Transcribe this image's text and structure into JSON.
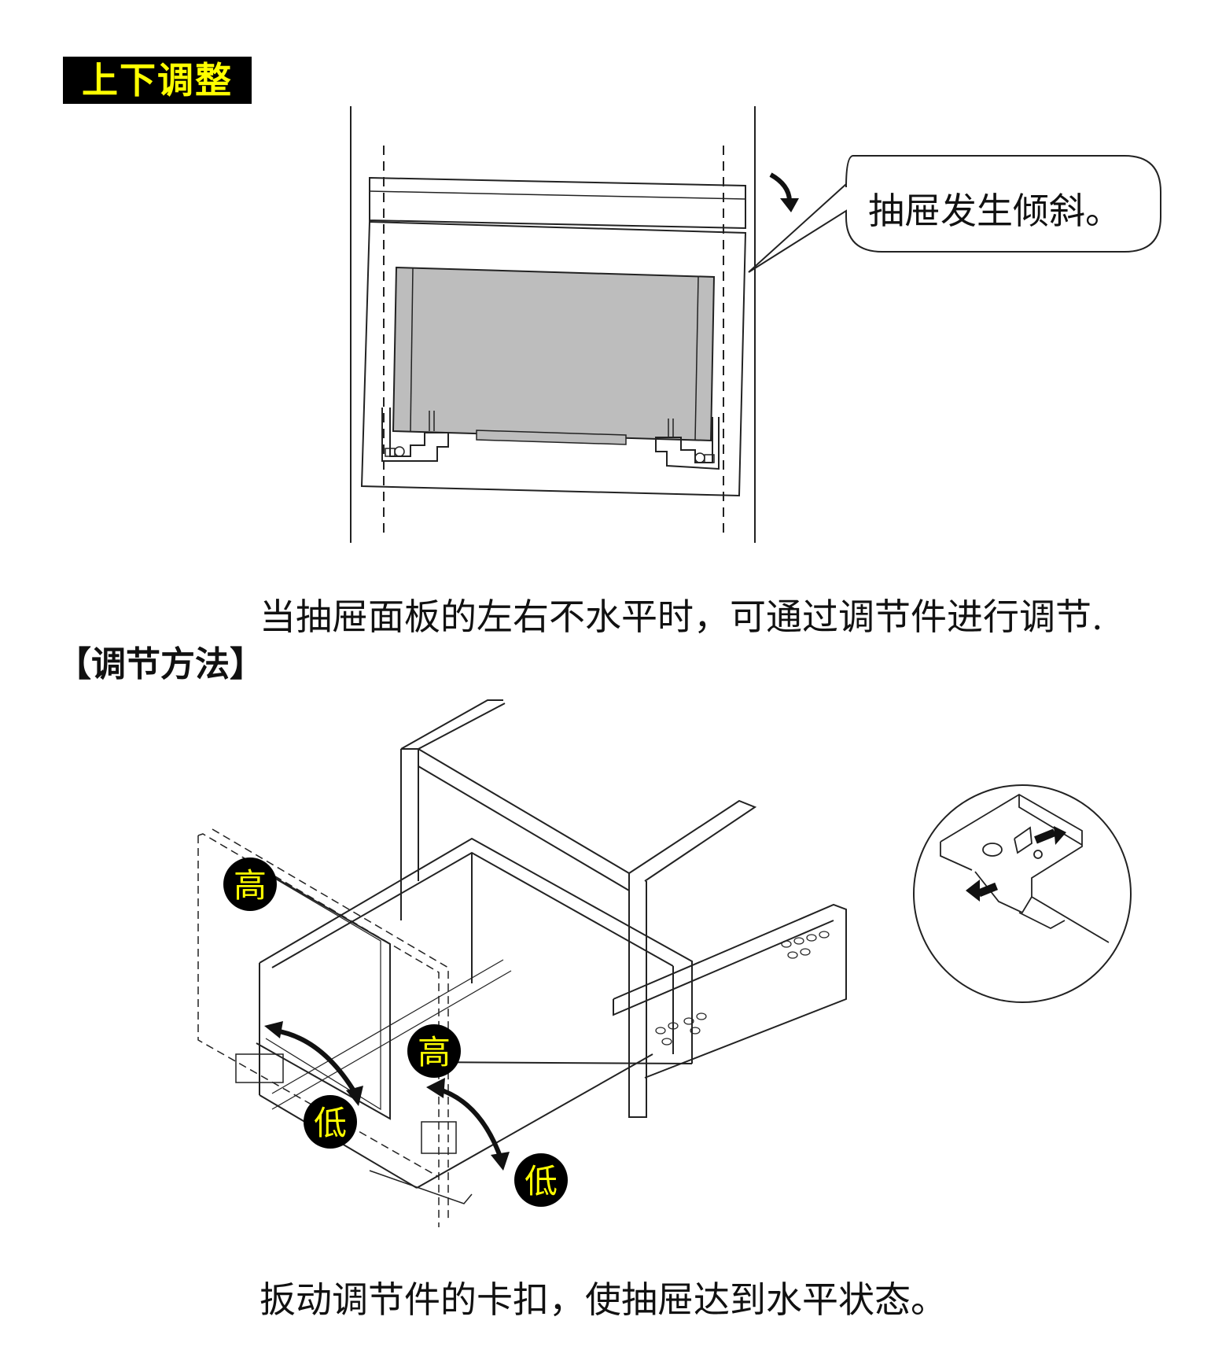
{
  "section_title": "上下调整",
  "callout_text": "抽屉发生倾斜。",
  "caption_top": "当抽屉面板的左右不水平时，可通过调节件进行调节.",
  "method_heading": "【调节方法】",
  "labels": {
    "high": "高",
    "low": "低"
  },
  "caption_bottom": "扳动调节件的卡扣，使抽屉达到水平状态。",
  "colors": {
    "badge_bg": "#000000",
    "badge_text": "#ffff00",
    "drawer_fill": "#bdbdbd",
    "line": "#222222"
  }
}
